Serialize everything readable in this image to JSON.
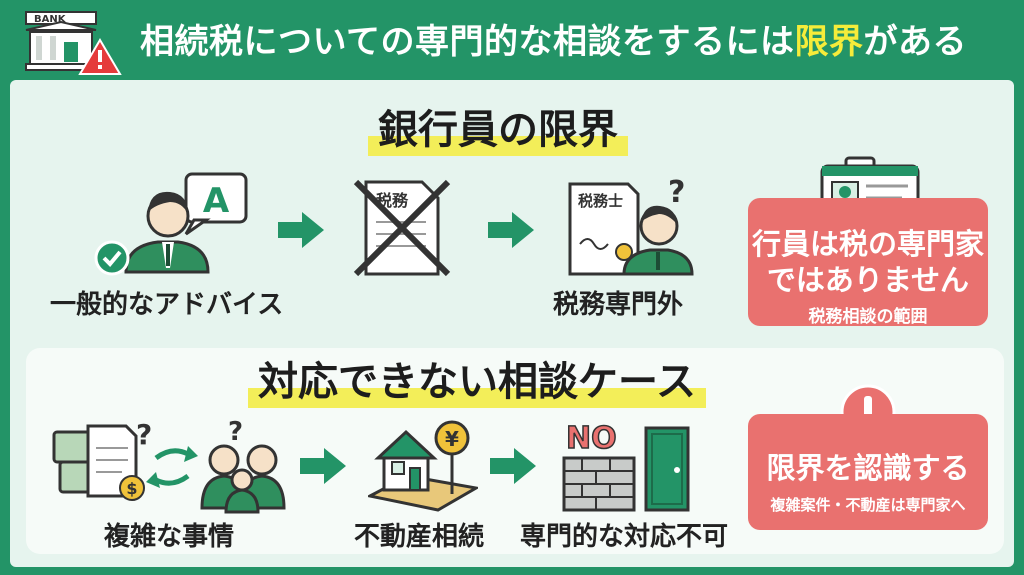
{
  "header": {
    "title_main": "相続税についての専門的な相談をするには",
    "title_highlight": "限界",
    "title_tail": "がある",
    "bank_sign": "BANK"
  },
  "section1": {
    "heading": "銀行員の限界",
    "items": [
      {
        "label": "一般的なアドバイス",
        "bubble": "A"
      },
      {
        "label": "",
        "doc_text": "税務"
      },
      {
        "label": "税務専門外",
        "doc_text": "税務士"
      }
    ],
    "box": {
      "line1": "行員は税の専門家",
      "line2": "ではありません",
      "line3": "税務相談の範囲"
    }
  },
  "section2": {
    "heading": "対応できない相談ケース",
    "items": [
      {
        "label": "複雑な事情"
      },
      {
        "label": "不動産相続",
        "yen": "¥"
      },
      {
        "label": "専門的な対応不可",
        "no_text": "NO"
      }
    ],
    "box": {
      "line1": "限界を認識する",
      "line2": "複雑案件・不動産は専門家へ"
    }
  },
  "colors": {
    "green": "#239467",
    "highlight": "#f5ec3a",
    "alert": "#e9716f"
  }
}
